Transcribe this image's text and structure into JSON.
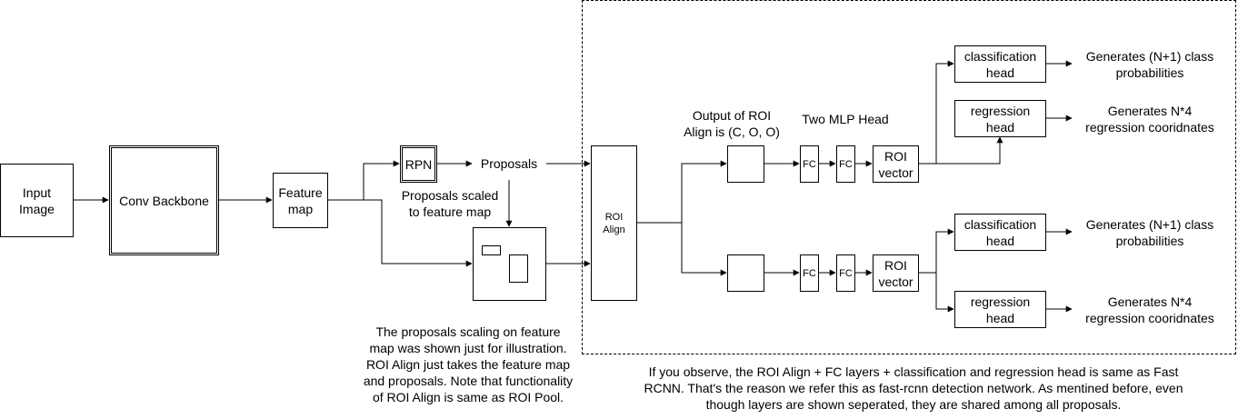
{
  "nodes": {
    "input_image": "Input\nImage",
    "conv_backbone": "Conv Backbone",
    "feature_map": "Feature\nmap",
    "rpn": "RPN",
    "proposals": "Proposals",
    "proposals_scaled": "Proposals scaled\nto feature map",
    "roi_align": "ROI\nAlign",
    "output_roi_align": "Output of ROI\nAlign is (C, O, O)",
    "two_mlp_head": "Two MLP Head",
    "fc": "FC",
    "roi_vector": "ROI\nvector",
    "classification_head": "classification\nhead",
    "regression_head": "regression\nhead",
    "class_probs": "Generates (N+1) class\nprobabilities",
    "reg_coords": "Generates N*4\nregression cooridnates"
  },
  "notes": {
    "scaling_note": "The proposals scaling on feature\nmap was shown just for illustration.\nROI Align just takes the feature map\nand proposals. Note that functionality\nof ROI Align is same as ROI Pool.",
    "fast_rcnn_note": "If you observe, the ROI Align + FC layers + classification and regression head is same as Fast\nRCNN. That's the reason we refer this as fast-rcnn detection network. As mentined before, even\nthough layers are shown seperated, they are shared among all proposals."
  }
}
